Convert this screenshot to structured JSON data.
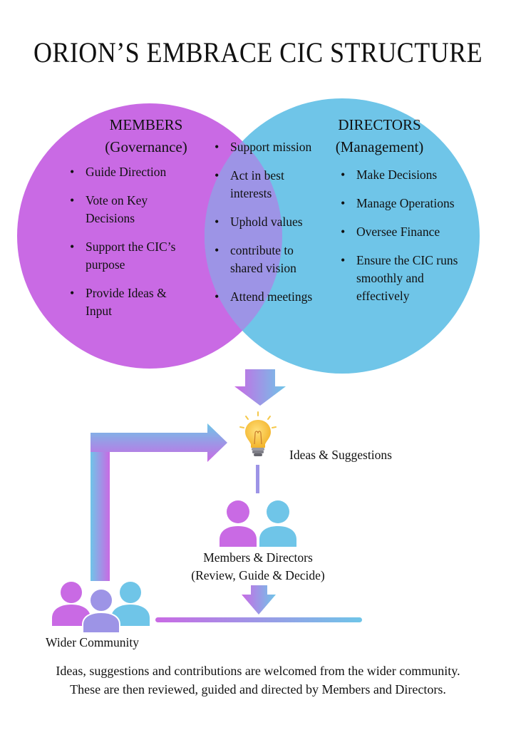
{
  "title": "ORION’S EMBRACE CIC STRUCTURE",
  "colors": {
    "members": "#c96ae4",
    "directors": "#6fc5e8",
    "overlap": "#9d94e6",
    "text": "#111111"
  },
  "members": {
    "heading": "MEMBERS",
    "subheading": "(Governance)",
    "items": [
      "Guide Direction",
      "Vote on Key Decisions",
      "Support the CIC’s purpose",
      "Provide Ideas & Input"
    ]
  },
  "shared": {
    "items": [
      "Support mission",
      "Act in best interests",
      "Uphold values",
      "contribute to shared vision",
      "Attend meetings"
    ]
  },
  "directors": {
    "heading": "DIRECTORS",
    "subheading": "(Management)",
    "items": [
      "Make Decisions",
      "Manage Operations",
      "Oversee Finance",
      "Ensure the CIC runs smoothly and effectively"
    ]
  },
  "flow": {
    "ideas_label": "Ideas & Suggestions",
    "members_directors_label": "Members & Directors",
    "members_directors_sub": "(Review, Guide & Decide)",
    "community_label": "Wider Community"
  },
  "footer": {
    "line1": "Ideas, suggestions and contributions are welcomed from the wider community.",
    "line2": "These are then reviewed, guided and directed by Members and Directors."
  }
}
